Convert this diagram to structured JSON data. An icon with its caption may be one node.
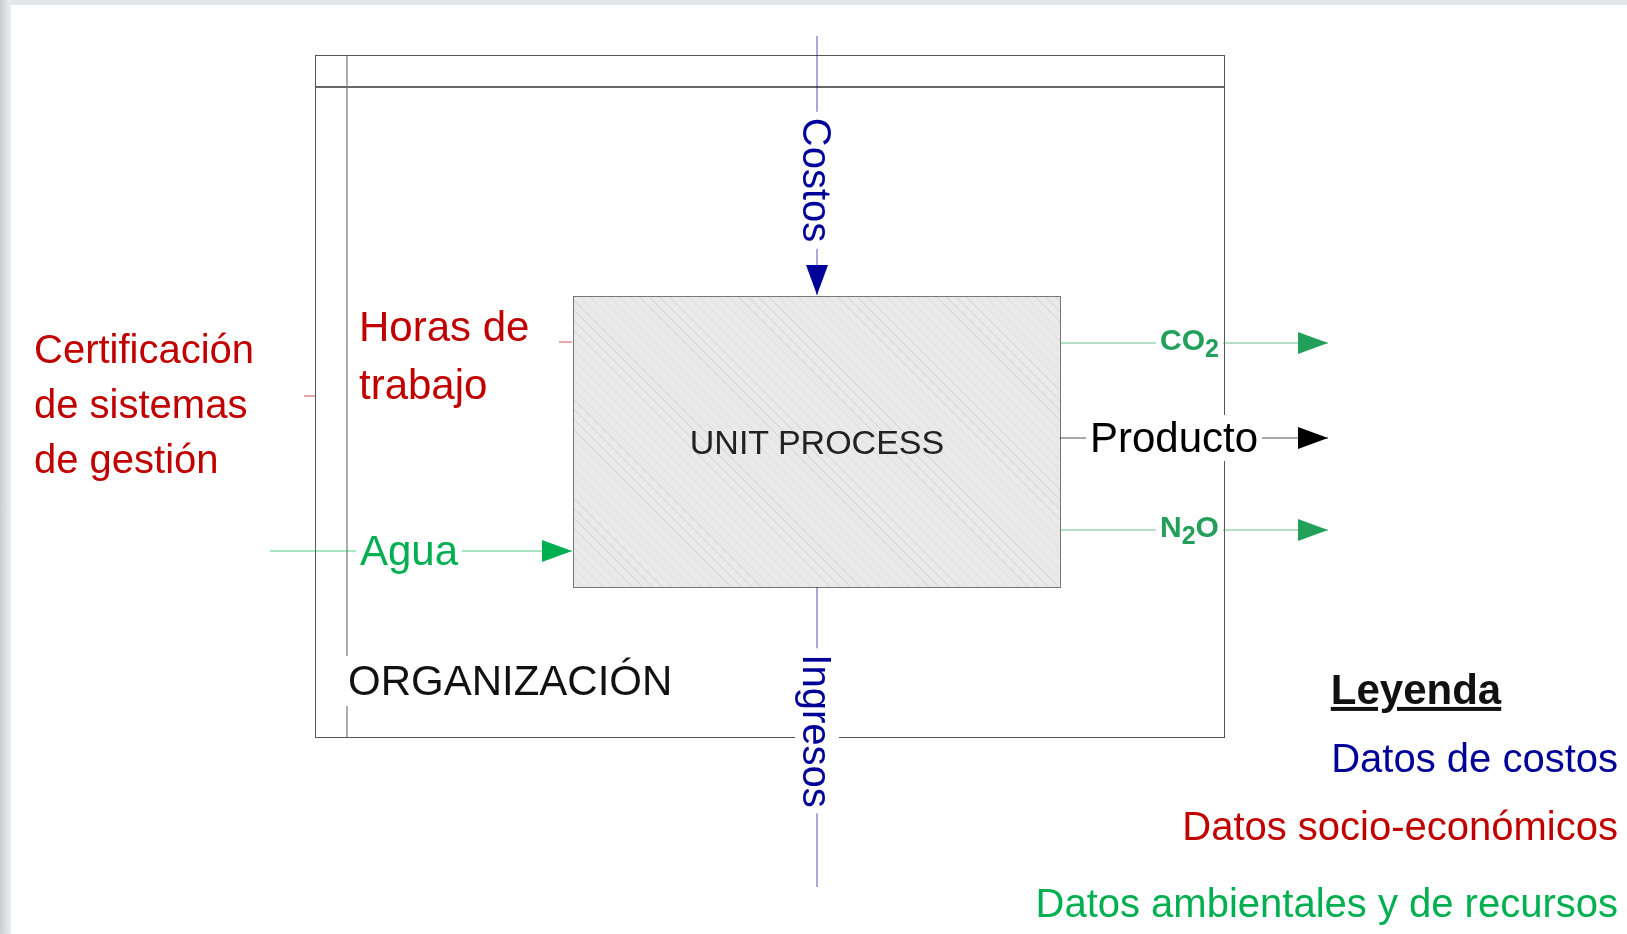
{
  "diagram": {
    "nodes": [
      {
        "text": [
          "ORGANIZACIÓN"
        ]
      },
      {
        "text": [
          "UNIT PROCESS"
        ],
        "in": 0
      }
    ],
    "edges": [
      {
        "from": null,
        "to": 1,
        "arrow": "to",
        "label": "Costos",
        "color": "#000099"
      },
      {
        "from": 1,
        "to": null,
        "arrow": "none",
        "label": "Ingresos",
        "color": "#000099"
      },
      {
        "from": null,
        "to": 1,
        "arrow": "none",
        "label": "Horas de trabajo",
        "color": "#c00000"
      },
      {
        "from": null,
        "to": 0,
        "arrow": "none",
        "label": "Certificación de sistemas de gestión",
        "color": "#c00000"
      },
      {
        "from": null,
        "to": 1,
        "arrow": "to",
        "label": "Agua",
        "color": "#00b050"
      },
      {
        "from": 1,
        "to": null,
        "arrow": "to",
        "label": "CO$_{2}$",
        "color": "#22a05a"
      },
      {
        "from": 1,
        "to": null,
        "arrow": "to",
        "label": "Producto",
        "color": "#000000"
      },
      {
        "from": 1,
        "to": null,
        "arrow": "to",
        "label": "N$_{2}$O",
        "color": "#22a05a"
      }
    ],
    "labels": [
      "Leyenda"
    ],
    "legend": [
      {
        "text": "Datos de costos",
        "color": "#000099"
      },
      {
        "text": "Datos socio-económicos",
        "color": "#c00000"
      },
      {
        "text": "Datos ambientales y de recursos",
        "color": "#00b050"
      }
    ]
  }
}
